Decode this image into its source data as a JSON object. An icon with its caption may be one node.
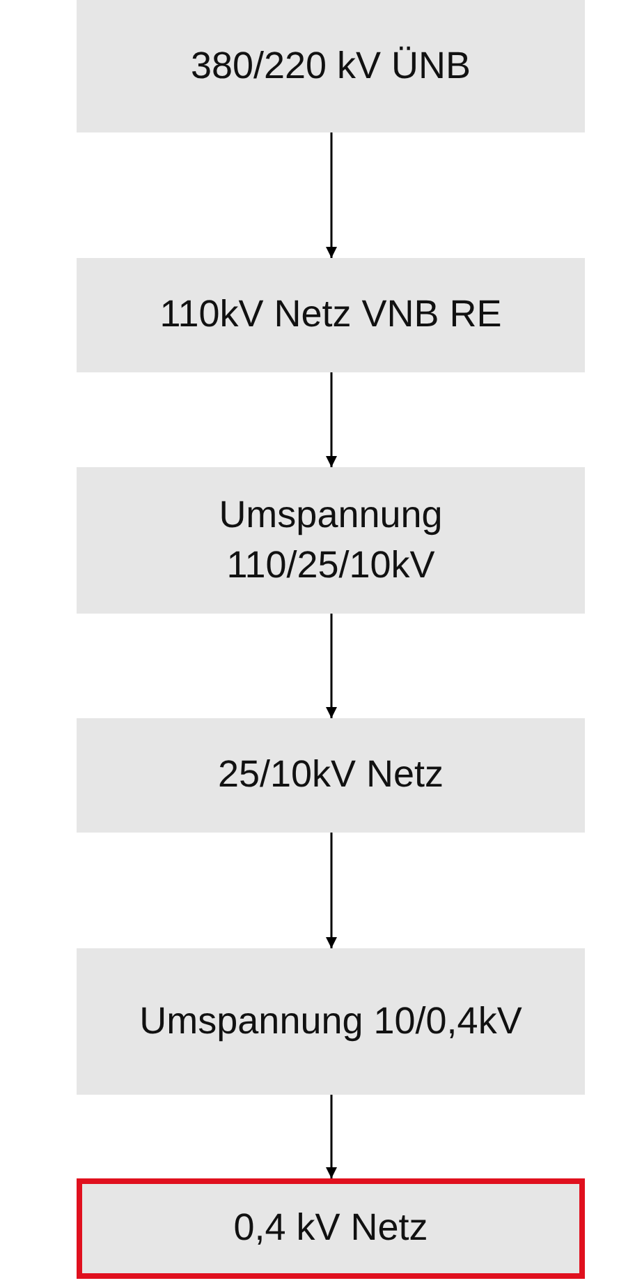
{
  "diagram": {
    "nodes": [
      {
        "text": [
          "380/220 kV ÜNB"
        ]
      },
      {
        "text": [
          "110kV Netz VNB RE"
        ]
      },
      {
        "text": [
          "Umspannung 110/25/10kV"
        ]
      },
      {
        "text": [
          "25/10kV Netz"
        ]
      },
      {
        "text": [
          "Umspannung 10/0,4kV"
        ]
      },
      {
        "text": [
          "0,4 kV Netz"
        ]
      }
    ],
    "edges": [
      {
        "from": 0,
        "to": 1,
        "arrow": "to"
      },
      {
        "from": 1,
        "to": 2,
        "arrow": "to"
      },
      {
        "from": 2,
        "to": 3,
        "arrow": "to"
      },
      {
        "from": 3,
        "to": 4,
        "arrow": "to"
      },
      {
        "from": 4,
        "to": 5,
        "arrow": "to"
      }
    ]
  }
}
